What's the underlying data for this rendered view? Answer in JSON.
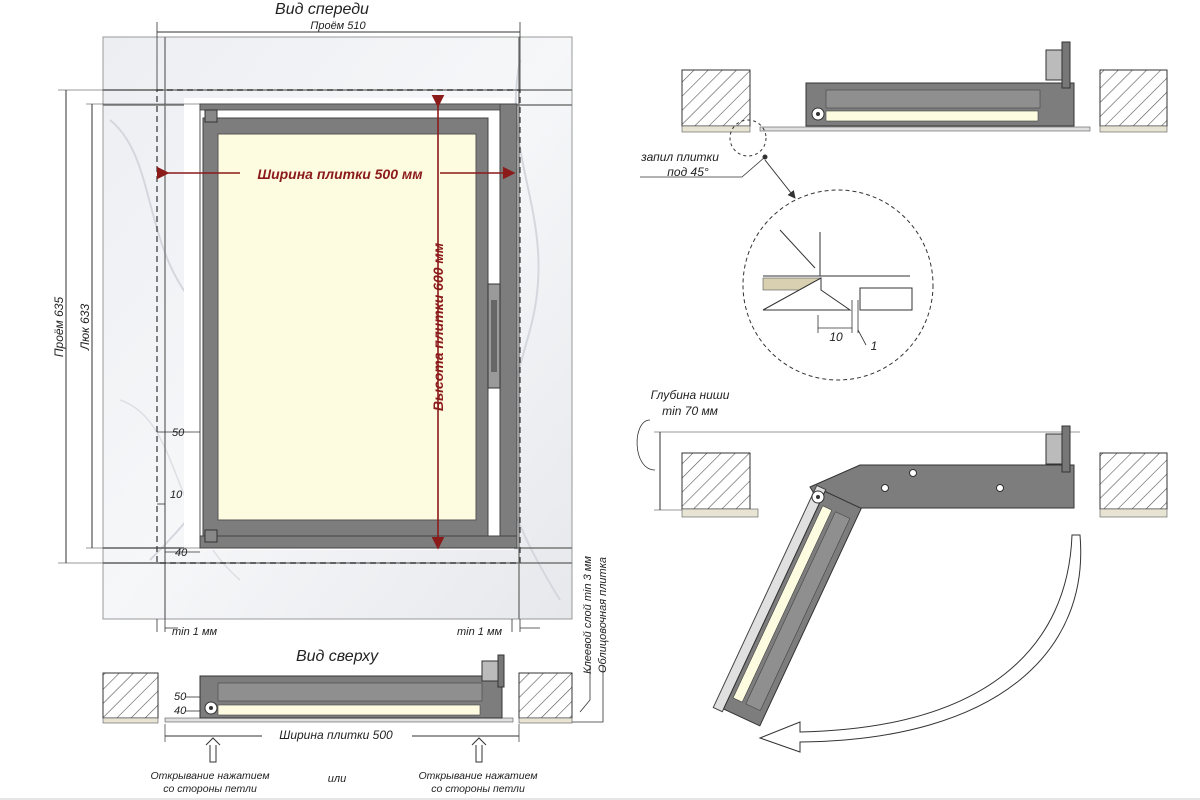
{
  "front_view": {
    "title": "Вид спереди",
    "opening_width": "Проём 510",
    "tile_width": "Ширина плитки 500 мм",
    "tile_height": "Высота плитки 600 мм",
    "opening_height": "Проём 635",
    "hatch_height": "Люк 633",
    "dim_50": "50",
    "dim_10": "10",
    "dim_40": "40",
    "min_left": "min 1 мм",
    "min_right": "min 1 мм"
  },
  "top_view": {
    "title": "Вид сверху",
    "dim_50": "50",
    "dim_40": "40",
    "tile_width": "Ширина плитки 500",
    "adhesive": "Клеевой слой min 3 мм",
    "facing": "Облицовочная плитка",
    "press_left_1": "Открывание нажатием",
    "press_left_2": "со стороны петли",
    "or": "или",
    "press_right_1": "Открывание нажатием",
    "press_right_2": "со стороны петли"
  },
  "section_top": {
    "cut_1": "запил плитки",
    "cut_2": "под 45°",
    "detail_10": "10",
    "detail_1": "1"
  },
  "section_open": {
    "niche_1": "Глубина ниши",
    "niche_2": "min 70 мм"
  },
  "colors": {
    "frame": "#7d7d7d",
    "panel": "#fdfbe0",
    "dim_red": "#8b1a1a"
  }
}
